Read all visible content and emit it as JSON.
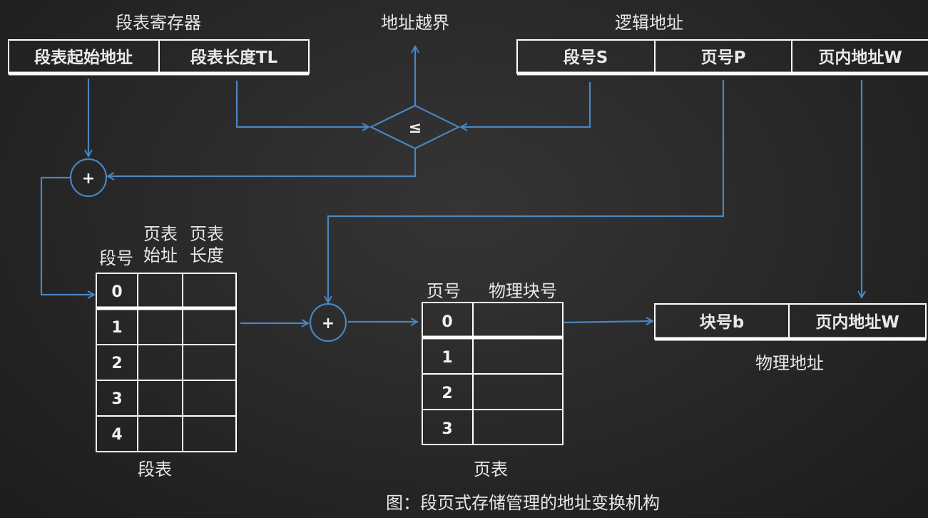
{
  "register": {
    "title": "段表寄存器",
    "start_address": "段表起始地址",
    "length": "段表长度TL"
  },
  "out_of_bounds": "地址越界",
  "logical_address": {
    "title": "逻辑地址",
    "segment": "段号S",
    "page": "页号P",
    "offset": "页内地址W"
  },
  "comparator": "≤",
  "adder": "+",
  "segment_table": {
    "headers": {
      "segment_no": "段号",
      "pt_start_1": "页表",
      "pt_start_2": "始址",
      "pt_len_1": "页表",
      "pt_len_2": "长度"
    },
    "rows": [
      "0",
      "1",
      "2",
      "3",
      "4"
    ],
    "caption": "段表"
  },
  "page_table": {
    "headers": {
      "page_no": "页号",
      "frame_no": "物理块号"
    },
    "rows": [
      "0",
      "1",
      "2",
      "3"
    ],
    "caption": "页表"
  },
  "physical_address": {
    "title": "物理地址",
    "block": "块号b",
    "offset": "页内地址W"
  },
  "figure_caption": "图：段页式存储管理的地址变换机构",
  "colors": {
    "wire": "#4a86c0",
    "background": "#2a2a2a"
  }
}
